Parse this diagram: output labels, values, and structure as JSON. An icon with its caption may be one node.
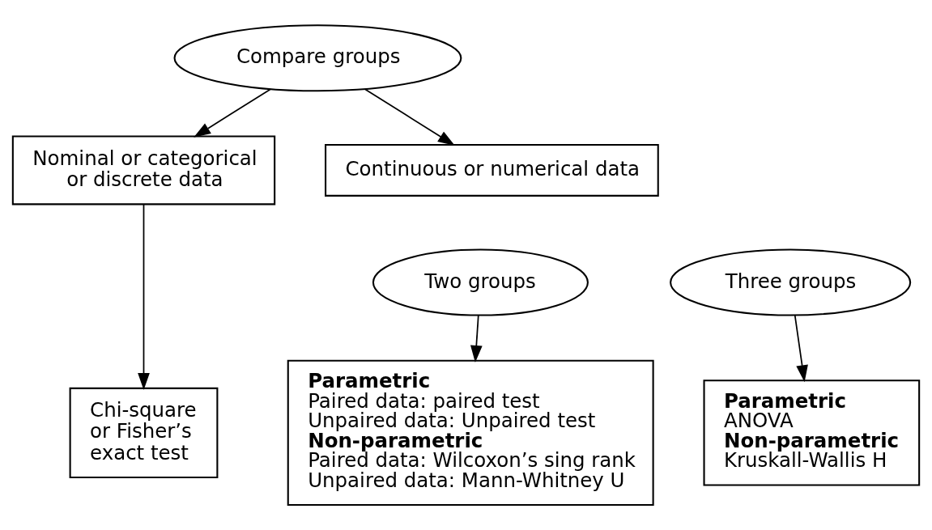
{
  "diagram": {
    "nodes": [
      {
        "text": [
          "Compare groups"
        ]
      },
      {
        "text": [
          "Nominal or categorical or discrete data"
        ]
      },
      {
        "text": [
          "Continuous or numerical data"
        ]
      },
      {
        "text": [
          "Two groups"
        ]
      },
      {
        "text": [
          "Three groups"
        ]
      },
      {
        "text": [
          "Chi-square or Fisher’s exact test"
        ]
      },
      {
        "text": [
          "Parametric",
          "Paired data: paired test",
          "Unpaired data: Unpaired test",
          "Non-parametric",
          "Paired data: Wilcoxon’s sing rank",
          "Unpaired data: Mann-Whitney U"
        ]
      },
      {
        "text": [
          "Parametric",
          "ANOVA",
          "Non-parametric",
          "Kruskall-Wallis H"
        ]
      }
    ],
    "edges": [
      {
        "from": 0,
        "to": 1,
        "arrow": "to"
      },
      {
        "from": 0,
        "to": 2,
        "arrow": "to"
      },
      {
        "from": 1,
        "to": 5,
        "arrow": "to"
      },
      {
        "from": 3,
        "to": 6,
        "arrow": "to"
      },
      {
        "from": 4,
        "to": 7,
        "arrow": "to"
      }
    ]
  }
}
